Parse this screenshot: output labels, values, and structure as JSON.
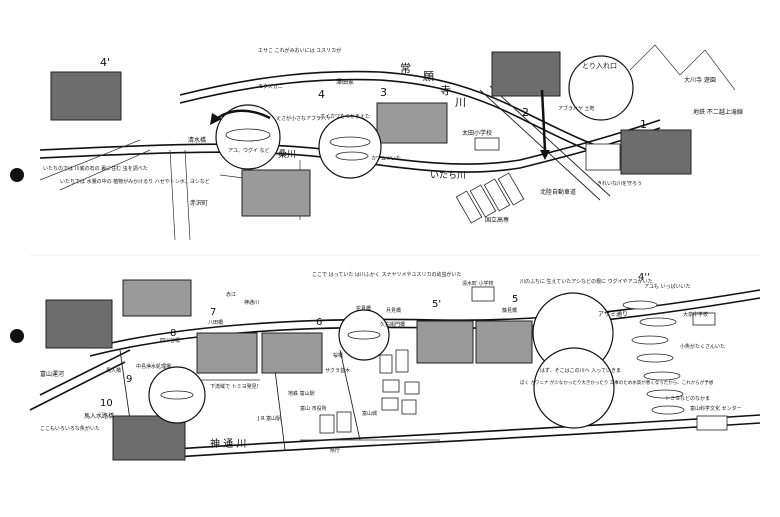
{
  "top": {
    "river_name_joganji": [
      "常",
      "願",
      "寺",
      "川"
    ],
    "river_name_itachi": "いたち川",
    "river_name_kuwa": "桑川",
    "points": [
      "4'",
      "4",
      "3",
      "2",
      "1"
    ],
    "places": {
      "shimizu_bridge": "清水橋",
      "akasuke": "赤沢町",
      "ota_school": "太田小学校",
      "expressway": "北陸自動車道",
      "national_college": "国立高専",
      "intake": "とり入れ口",
      "okawa": "大川寺\n遊園",
      "dam": "地鉄\n不二越上滝線",
      "sawadaya": "澤田家"
    },
    "notes": {
      "n1": "いたちのでは 川底の石の 裏に住む 虫を調べた",
      "n2": "いたちでは 水量の中の 植物がみかけるり ハゼやトンボ、ヨシなど",
      "n3": "えさが小さなアブラハヤ",
      "n4": "アユ、ウグイ など",
      "n5": "エサこ これがみおいには ユスリカが",
      "n6": "モクズガニ",
      "n7": "アブラハヤ 土地",
      "n8": "カワムツいた",
      "n9": "オイカワをつかまえた",
      "n10": "きれいな川を守ろう"
    }
  },
  "bottom": {
    "river_name_jinzu": "神 通 川",
    "river_name_fuchu": "富山運河",
    "points": [
      "7",
      "8",
      "9",
      "10",
      "6",
      "5'",
      "5",
      "4''"
    ],
    "places": {
      "yakuo_bridge": "八田橋",
      "ichinoe_bridge": "四ツ谷橋",
      "akae": "赤江",
      "nakajima": "中島浄水処理場",
      "jinzu_bridge": "神通川",
      "tomiyama_station": "J R\n富山駅",
      "chitetsu_station": "地鉄\n富山駅",
      "city_hall": "富山\n市役所",
      "tomiyama_castle": "富山城",
      "kenchou": "県庁",
      "sakura_bridge": "桜橋",
      "hanazono_bridge": "花見橋",
      "tsukimi_bridge": "月見橋",
      "kukomon_bridge": "久右衛門橋",
      "shimizu_school": "清水町\n小学校",
      "hamurau_bridge": "藤見橋",
      "izumi_street": "アザミ通り",
      "ofuji_school": "大泉中学校",
      "science_museum": "富山科学文化\nセンター",
      "kanji_10": "馬入水路橋",
      "mabashi": "馬入橋",
      "downstream": "下流域で\nトミヨ発見!"
    },
    "notes": {
      "m1": "ここで はっていた は川ふかく スナヤツメやユスリカの幼虫がいた",
      "m2": "川のふちに 生えていたアシなどの根に ウグイやアユがいた",
      "m3": "ぼく カワニナ が少なかったり大きかったり 工事のため水質が悪くなったから、これからが予想",
      "m4": "アユも いっぱいいた",
      "m5": "小魚がたくさんいた",
      "m6": "トミヨなどのなかま",
      "m7": "はず、そこはこの川へ 入っていきま",
      "m8": "ここもいろいろな魚がいた"
    },
    "sakura_vertical": "サクラ並木"
  }
}
